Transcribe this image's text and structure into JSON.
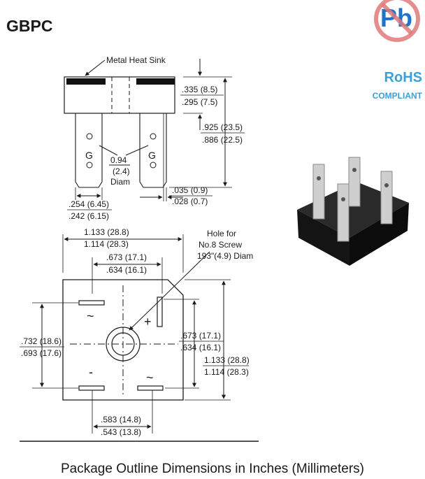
{
  "header": {
    "title": "GBPC"
  },
  "badges": {
    "pb_label": "Pb",
    "rohs_label": "RoHS",
    "compliant_label": "COMPLIANT"
  },
  "side_view": {
    "heat_sink_label": "Metal Heat Sink",
    "height_top": ".335 (8.5)",
    "height_bottom": ".295 (7.5)",
    "lead_len_top": ".925 (23.5)",
    "lead_len_bottom": ".886 (22.5)",
    "lead_pin_mark_left": "G",
    "lead_pin_mark_right": "G",
    "hole_top": "0.94",
    "hole_mid": "(2.4)",
    "hole_bottom": "Diam",
    "lead_thick_top": ".035 (0.9)",
    "lead_thick_bottom": ".028 (0.7)",
    "lead_width_top": ".254 (6.45)",
    "lead_width_bottom": ".242 (6.15)"
  },
  "top_view": {
    "width_top": "1.133 (28.8)",
    "width_bottom": "1.114 (28.3)",
    "hole_note_1": "Hole for",
    "hole_note_2": "No.8 Screw",
    "hole_note_3": "193\"(4.9) Diam",
    "pin_span_top": ".673 (17.1)",
    "pin_span_bottom": ".634 (16.1)",
    "left_span_top": ".732 (18.6)",
    "left_span_bottom": ".693 (17.6)",
    "right_span_top": ".673 (17.1)",
    "right_span_bottom": ".634 (16.1)",
    "height_top": "1.133 (28.8)",
    "height_bottom": "1.114 (28.3)",
    "bottom_span_top": ".583 (14.8)",
    "bottom_span_bottom": ".543 (13.8)",
    "symbol_ac_top": "~",
    "symbol_plus": "+",
    "symbol_minus": "-",
    "symbol_ac_bottom": "~"
  },
  "footer": {
    "caption": "Package Outline Dimensions in Inches (Millimeters)"
  }
}
